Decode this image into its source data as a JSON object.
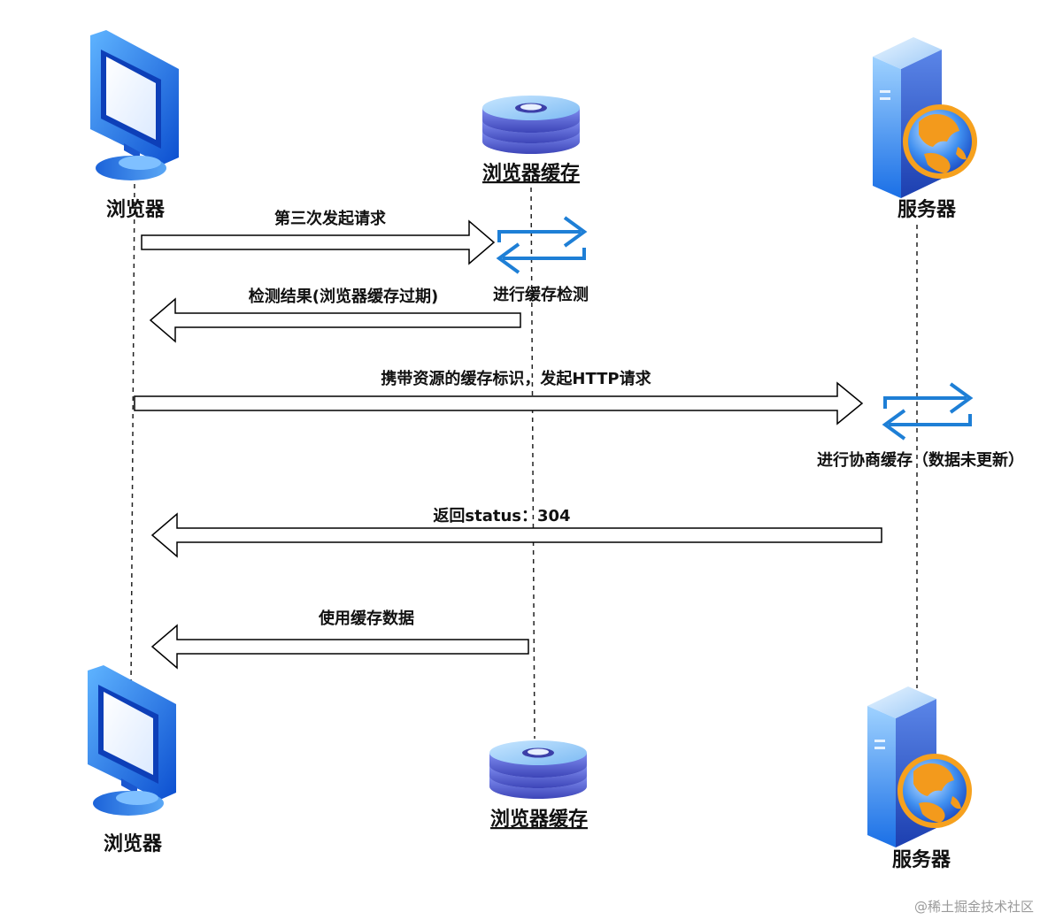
{
  "actors": {
    "browser": {
      "label": "浏览器"
    },
    "cache": {
      "label": "浏览器缓存"
    },
    "server": {
      "label": "服务器"
    }
  },
  "messages": [
    {
      "label": "第三次发起请求",
      "direction": "browser-to-cache"
    },
    {
      "label": "检测结果(浏览器缓存过期)",
      "direction": "cache-to-browser"
    },
    {
      "label": "携带资源的缓存标识，发起HTTP请求",
      "direction": "browser-to-server"
    },
    {
      "label": "返回status：304",
      "direction": "server-to-browser"
    },
    {
      "label": "使用缓存数据",
      "direction": "cache-to-browser"
    }
  ],
  "processes": {
    "cache_check": "进行缓存检测",
    "negotiate": "进行协商缓存（数据未更新）"
  },
  "watermark": "@稀土掘金技术社区",
  "colors": {
    "arrow_outline": "#000000",
    "process_arrow": "#1e7fd6",
    "lifeline": "#222222",
    "monitor_blue": "#1d6fe6",
    "server_blue": "#2f7be0",
    "globe_orange": "#f39a1c"
  },
  "icons": {
    "browser": "monitor-icon",
    "cache": "disk-stack-icon",
    "server": "server-globe-icon",
    "process": "sync-arrows-icon"
  }
}
